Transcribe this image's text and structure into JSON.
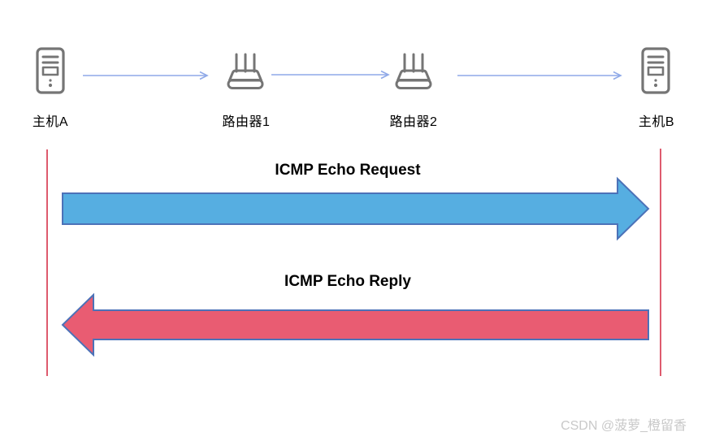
{
  "topology": {
    "nodes": [
      {
        "id": "host-a",
        "type": "host",
        "label": "主机A"
      },
      {
        "id": "router-1",
        "type": "router",
        "label": "路由器1"
      },
      {
        "id": "router-2",
        "type": "router",
        "label": "路由器2"
      },
      {
        "id": "host-b",
        "type": "host",
        "label": "主机B"
      }
    ],
    "link_color": "#8FA9E8"
  },
  "sequence": {
    "lifeline_color": "#DE5B6E",
    "messages": [
      {
        "label": "ICMP Echo Request",
        "direction": "left-to-right",
        "fill": "#56AEE1",
        "stroke": "#4C72B8"
      },
      {
        "label": "ICMP Echo Reply",
        "direction": "right-to-left",
        "fill": "#E95C72",
        "stroke": "#4C72B8"
      }
    ]
  },
  "icons": {
    "host": "pc-tower-icon",
    "router": "wifi-router-icon",
    "color": "#757575"
  },
  "watermark": {
    "text": "CSDN @菠萝_橙留香",
    "color": "#C9C9C9"
  }
}
